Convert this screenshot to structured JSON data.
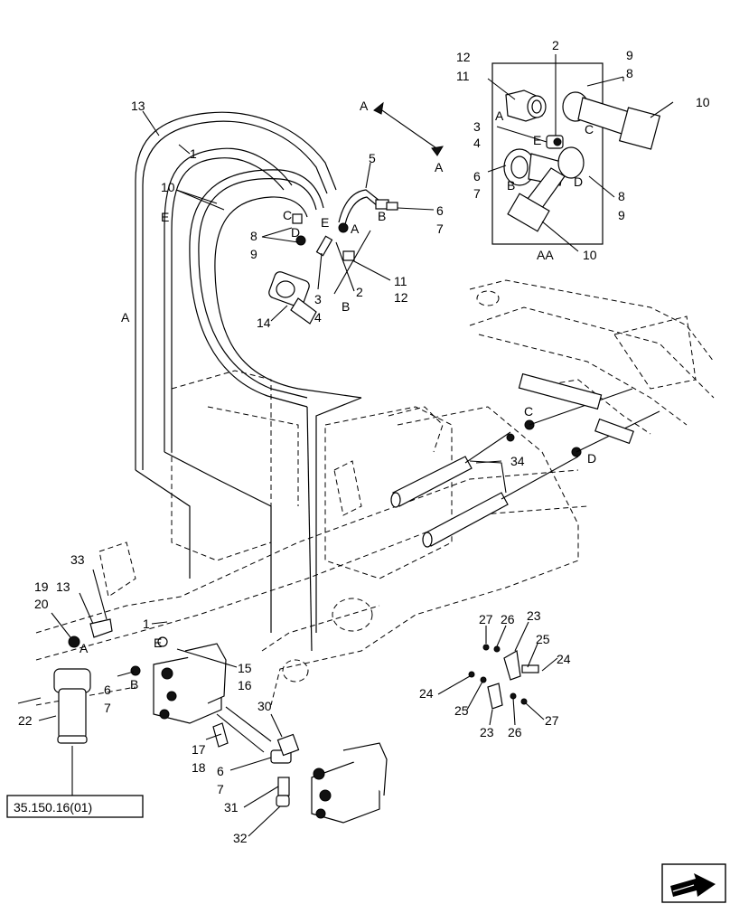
{
  "diagram": {
    "callouts": {
      "detail_aa": [
        {
          "id": "c-2-top",
          "text": "2"
        },
        {
          "id": "c-9-top",
          "text": "9"
        },
        {
          "id": "c-8-top",
          "text": "8"
        },
        {
          "id": "c-12-top",
          "text": "12"
        },
        {
          "id": "c-11-top",
          "text": "11"
        },
        {
          "id": "c-10-right",
          "text": "10"
        },
        {
          "id": "c-3-aa",
          "text": "3"
        },
        {
          "id": "c-4-aa",
          "text": "4"
        },
        {
          "id": "c-6-aa",
          "text": "6"
        },
        {
          "id": "c-7-aa",
          "text": "7"
        },
        {
          "id": "c-8-aa",
          "text": "8"
        },
        {
          "id": "c-9-aa",
          "text": "9"
        },
        {
          "id": "c-10-aa",
          "text": "10"
        }
      ],
      "main": [
        {
          "id": "c-13-top",
          "text": "13"
        },
        {
          "id": "c-1-top",
          "text": "1"
        },
        {
          "id": "c-5",
          "text": "5"
        },
        {
          "id": "c-10-left",
          "text": "10"
        },
        {
          "id": "c-6-r",
          "text": "6"
        },
        {
          "id": "c-7-r",
          "text": "7"
        },
        {
          "id": "c-8-l",
          "text": "8"
        },
        {
          "id": "c-9-l",
          "text": "9"
        },
        {
          "id": "c-11-r",
          "text": "11"
        },
        {
          "id": "c-12-r",
          "text": "12"
        },
        {
          "id": "c-3-mid",
          "text": "3"
        },
        {
          "id": "c-2-mid",
          "text": "2"
        },
        {
          "id": "c-4-mid",
          "text": "4"
        },
        {
          "id": "c-14",
          "text": "14"
        },
        {
          "id": "c-34",
          "text": "34"
        },
        {
          "id": "c-33",
          "text": "33"
        },
        {
          "id": "c-19",
          "text": "19"
        },
        {
          "id": "c-13-l",
          "text": "13"
        },
        {
          "id": "c-20",
          "text": "20"
        },
        {
          "id": "c-1-l",
          "text": "1"
        },
        {
          "id": "c-15",
          "text": "15"
        },
        {
          "id": "c-16",
          "text": "16"
        },
        {
          "id": "c-6-l",
          "text": "6"
        },
        {
          "id": "c-7-l",
          "text": "7"
        },
        {
          "id": "c-22",
          "text": "22"
        },
        {
          "id": "c-17",
          "text": "17"
        },
        {
          "id": "c-18",
          "text": "18"
        },
        {
          "id": "c-30",
          "text": "30"
        },
        {
          "id": "c-6-b",
          "text": "6"
        },
        {
          "id": "c-7-b",
          "text": "7"
        },
        {
          "id": "c-31",
          "text": "31"
        },
        {
          "id": "c-32",
          "text": "32"
        },
        {
          "id": "c-27-a",
          "text": "27"
        },
        {
          "id": "c-26-a",
          "text": "26"
        },
        {
          "id": "c-23-a",
          "text": "23"
        },
        {
          "id": "c-25-a",
          "text": "25"
        },
        {
          "id": "c-24-a",
          "text": "24"
        },
        {
          "id": "c-24-b",
          "text": "24"
        },
        {
          "id": "c-25-b",
          "text": "25"
        },
        {
          "id": "c-23-b",
          "text": "23"
        },
        {
          "id": "c-26-b",
          "text": "26"
        },
        {
          "id": "c-27-b",
          "text": "27"
        }
      ]
    },
    "letters": {
      "section_a1": "A",
      "section_a2": "A",
      "aa_a": "A",
      "aa_b": "B",
      "aa_c": "C",
      "aa_d": "D",
      "aa_e": "E",
      "aa_label": "AA",
      "hose_e1": "E",
      "hose_a1": "A",
      "top_c": "C",
      "top_d": "D",
      "top_e": "E",
      "top_a": "A",
      "top_b": "B",
      "top_b2": "B",
      "right_c": "C",
      "right_d": "D",
      "filter_a": "A",
      "pump_e": "E",
      "pump_b": "B"
    },
    "reference": "35.150.16(01)",
    "nav_icon": "next-page-arrow-icon"
  }
}
